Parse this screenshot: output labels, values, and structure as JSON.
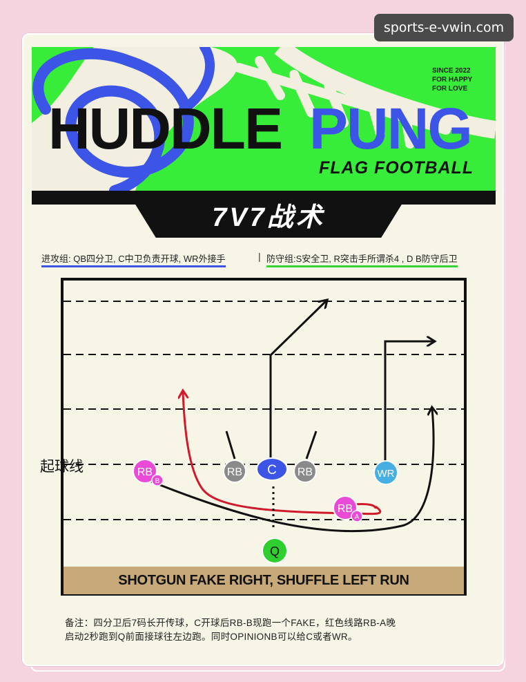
{
  "watermark": "sports-e-vwin.com",
  "header": {
    "title_black": "HUDDLE",
    "title_blue": "PUNG",
    "subtitle": "FLAG FOOTBALL",
    "since_lines": [
      "SINCE 2022",
      "FOR HAPPY",
      "FOR LOVE"
    ]
  },
  "tactic_title": "7V7战术",
  "legend": {
    "offense": "进攻组: QB四分卫, C中卫负责开球, WR外接手",
    "separator": "|",
    "defense": "防守组:S安全卫, R突击手所谓杀4 , D B防守后卫"
  },
  "diagram": {
    "line_of_scrimmage_label": "起球线",
    "players": {
      "rb_b": {
        "label": "RB",
        "sub": "B"
      },
      "rb_left": {
        "label": "RB"
      },
      "center": {
        "label": "C"
      },
      "rb_right": {
        "label": "RB"
      },
      "wr": {
        "label": "WR"
      },
      "rb_a": {
        "label": "RB",
        "sub": "A"
      },
      "qb": {
        "label": "Q"
      }
    },
    "colors": {
      "pink_player": "#e94ad6",
      "grey_player": "#8a8a8a",
      "center": "#3d55e6",
      "wr": "#46aee0",
      "qb": "#2fcf2f",
      "run_route": "#d01a2c",
      "pass_route": "#111111"
    },
    "play_name": "SHOTGUN FAKE RIGHT, SHUFFLE LEFT RUN"
  },
  "note_lines": [
    "备注：四分卫后7码长开传球，C开球后RB-B现跑一个FAKE，红色线路RB-A晚",
    "启动2秒跑到Q前面接球往左边跑。同时OPINIONB可以给C或者WR。"
  ]
}
